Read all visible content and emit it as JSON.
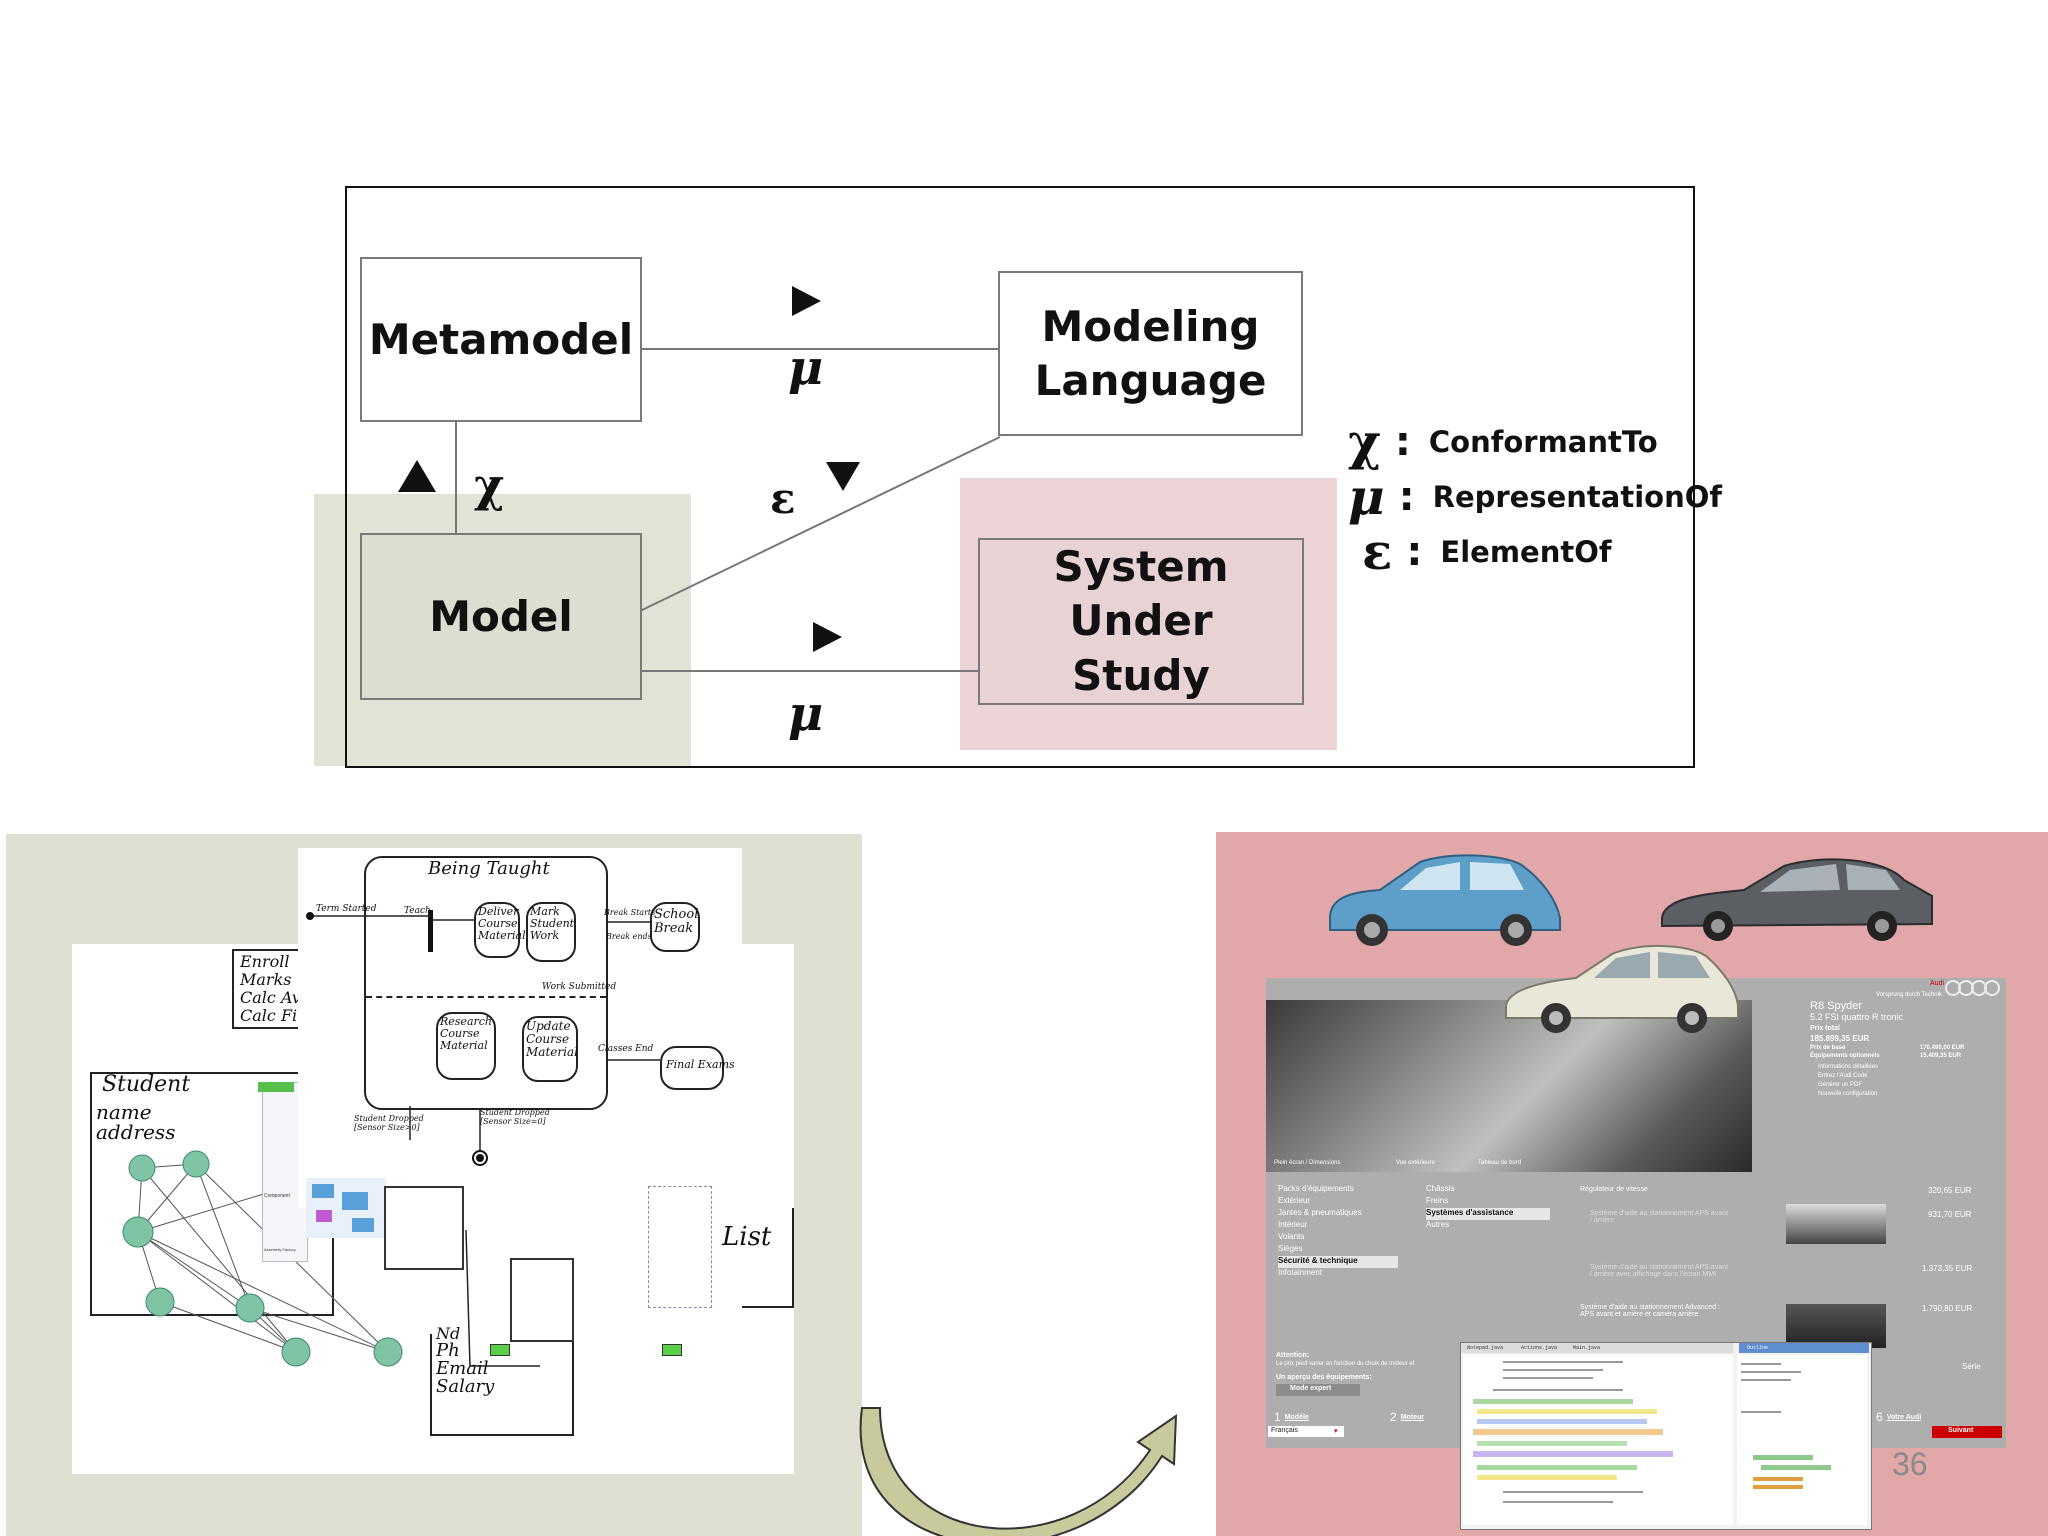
{
  "diagram": {
    "nodes": {
      "metamodel": "Metamodel",
      "modeling_language": [
        "Modeling",
        "Language"
      ],
      "model": "Model",
      "system_under_study": [
        "System Under",
        "Study"
      ]
    },
    "edge_labels": {
      "mu_top": "μ",
      "mu_bottom": "μ",
      "chi": "χ",
      "epsilon": "ε"
    },
    "legend": [
      {
        "symbol": "χ",
        "separator": ":",
        "text": "ConformantTo"
      },
      {
        "symbol": "μ",
        "separator": ":",
        "text": "RepresentationOf"
      },
      {
        "symbol": "ε",
        "separator": ":",
        "text": "ElementOf"
      }
    ]
  },
  "sketch": {
    "state_title": "Being Taught",
    "student_class": [
      "Student",
      "name",
      "address"
    ],
    "enroll_list": [
      "Enroll",
      "Marks",
      "Calc Av",
      "Calc Fi"
    ],
    "states": [
      "Deliver Course Material",
      "Mark Student Work",
      "School Break",
      "Research Course Material",
      "Update Course Material",
      "Final Exams"
    ],
    "small_labels": [
      "Term Started",
      "Teach",
      "Break Starts",
      "Break ends",
      "Work Submitted",
      "Classes End",
      "Student Dropped [Sensor Size>0]",
      "Student Dropped [Sensor Size=0]"
    ],
    "class_bottom": [
      "Nd",
      "Ph",
      "Email",
      "Salary"
    ],
    "list_label": "List",
    "figure_labels": [
      "Assembly Factory",
      "Component"
    ]
  },
  "configurator": {
    "brand": "Audi",
    "slogan": "Vorsprung durch Technik",
    "car_model": "R8 Spyder",
    "engine": "5.2 FSI quattro R tronic",
    "total_label": "Prix total",
    "total_value": "185.899,35 EUR",
    "base_label": "Prix de base",
    "base_value": "170.490,00 EUR",
    "options_label": "Équipements optionnels",
    "options_value": "15.409,35 EUR",
    "info_links": [
      "Informations détaillées",
      "Entrez l'Audi Code",
      "Générer un PDF",
      "Nouvelle configuration"
    ],
    "view_tabs": [
      "Plein écran / Dimensions",
      "Vue extérieure",
      "Tableau de bord"
    ],
    "categories_left": [
      "Packs d'équipements",
      "Extérieur",
      "Jantes & pneumatiques",
      "Intérieur",
      "Volants",
      "Sièges",
      "Sécurité & technique",
      "Infotainment"
    ],
    "categories_right": [
      "Châssis",
      "Freins",
      "Systèmes d'assistance",
      "Autres"
    ],
    "options": [
      {
        "label": "Régulateur de vitesse",
        "price": "320,65 EUR"
      },
      {
        "label": "Système d'aide au stationnement APS avant / arrière",
        "price": "931,70 EUR"
      },
      {
        "label": "Système d'aide au stationnement APS avant / arrière avec affichage dans l'écran MMI",
        "price": "1.373,35 EUR"
      },
      {
        "label": "Système d'aide au stationnement Advanced : APS avant et arrière et caméra arrière",
        "price": "1.790,80 EUR"
      }
    ],
    "attention_title": "Attention:",
    "attention_text": "Le prix peut varier en fonction du choix de moteur et",
    "overview_label": "Un aperçu des équipements:",
    "expert_button": "Mode expert",
    "serie_label": "Série",
    "steps": [
      {
        "num": "1",
        "label": "Modèle"
      },
      {
        "num": "2",
        "label": "Moteur"
      },
      {
        "num": "6",
        "label": "Votre Audi"
      }
    ],
    "language": "Français",
    "next_button": "Suivant",
    "editor_tabs": [
      "Notepad.java",
      "Actions.java",
      "Main.java"
    ],
    "outline_tab": "Outline"
  },
  "slide_number": "36"
}
